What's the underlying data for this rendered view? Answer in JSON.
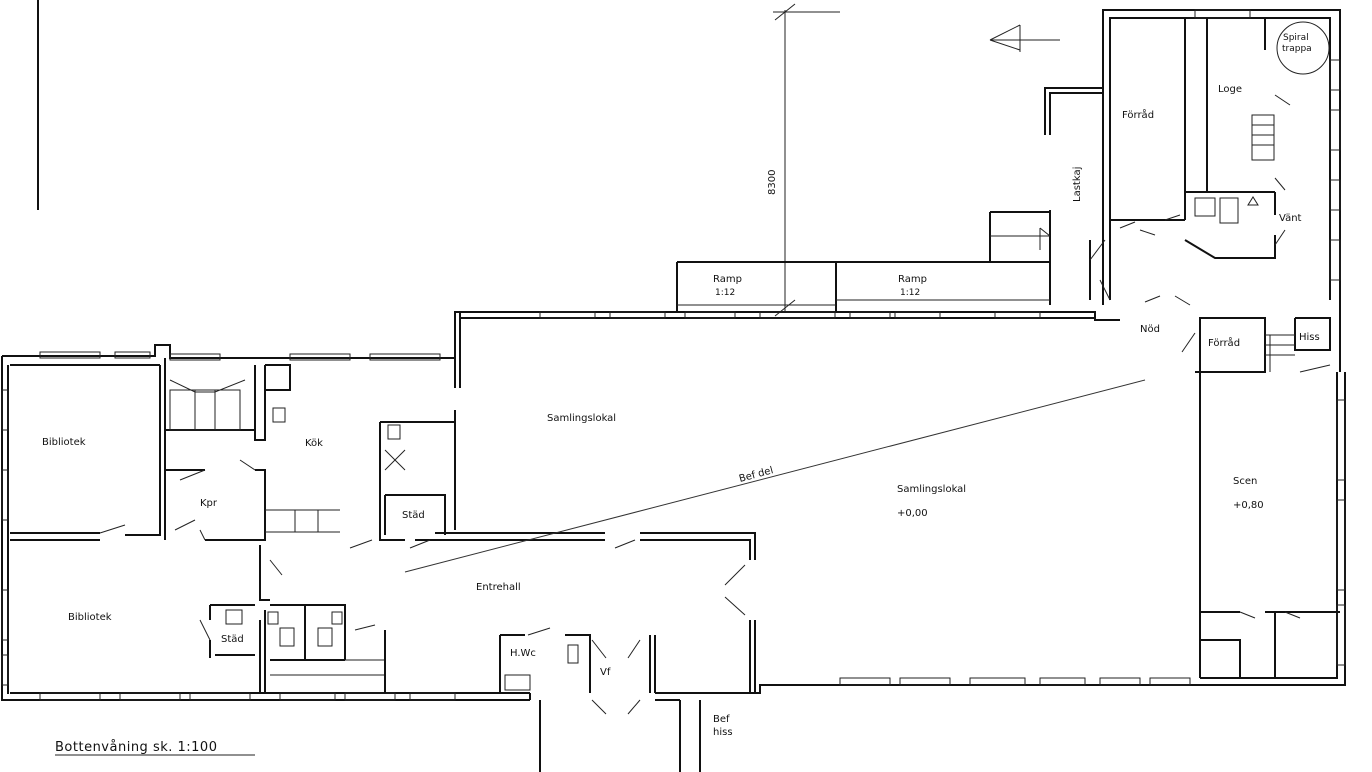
{
  "drawing": {
    "title": "Bottenvåning sk. 1:100",
    "dimension": "8300",
    "line_label": "Bef del"
  },
  "rooms": {
    "bibliotek_upper": "Bibliotek",
    "bibliotek_lower": "Bibliotek",
    "kpr": "Kpr",
    "kok": "Kök",
    "stad_upper": "Städ",
    "stad_lower": "Städ",
    "samlingslokal_north": "Samlingslokal",
    "samlingslokal_main": "Samlingslokal",
    "samlingslokal_level": "+0,00",
    "entrehall": "Entrehall",
    "hwc": "H.Wc",
    "vf": "Vf",
    "bef_hiss_1": "Bef",
    "bef_hiss_2": "hiss",
    "ramp1_name": "Ramp",
    "ramp1_ratio": "1:12",
    "ramp2_name": "Ramp",
    "ramp2_ratio": "1:12",
    "lastkaj": "Lastkaj",
    "forrad_upper": "Förråd",
    "forrad_lower": "Förråd",
    "loge": "Loge",
    "spiral_1": "Spiral",
    "spiral_2": "trappa",
    "vant": "Vänt",
    "nod": "Nöd",
    "hiss": "Hiss",
    "scen": "Scen",
    "scen_level": "+0,80"
  }
}
